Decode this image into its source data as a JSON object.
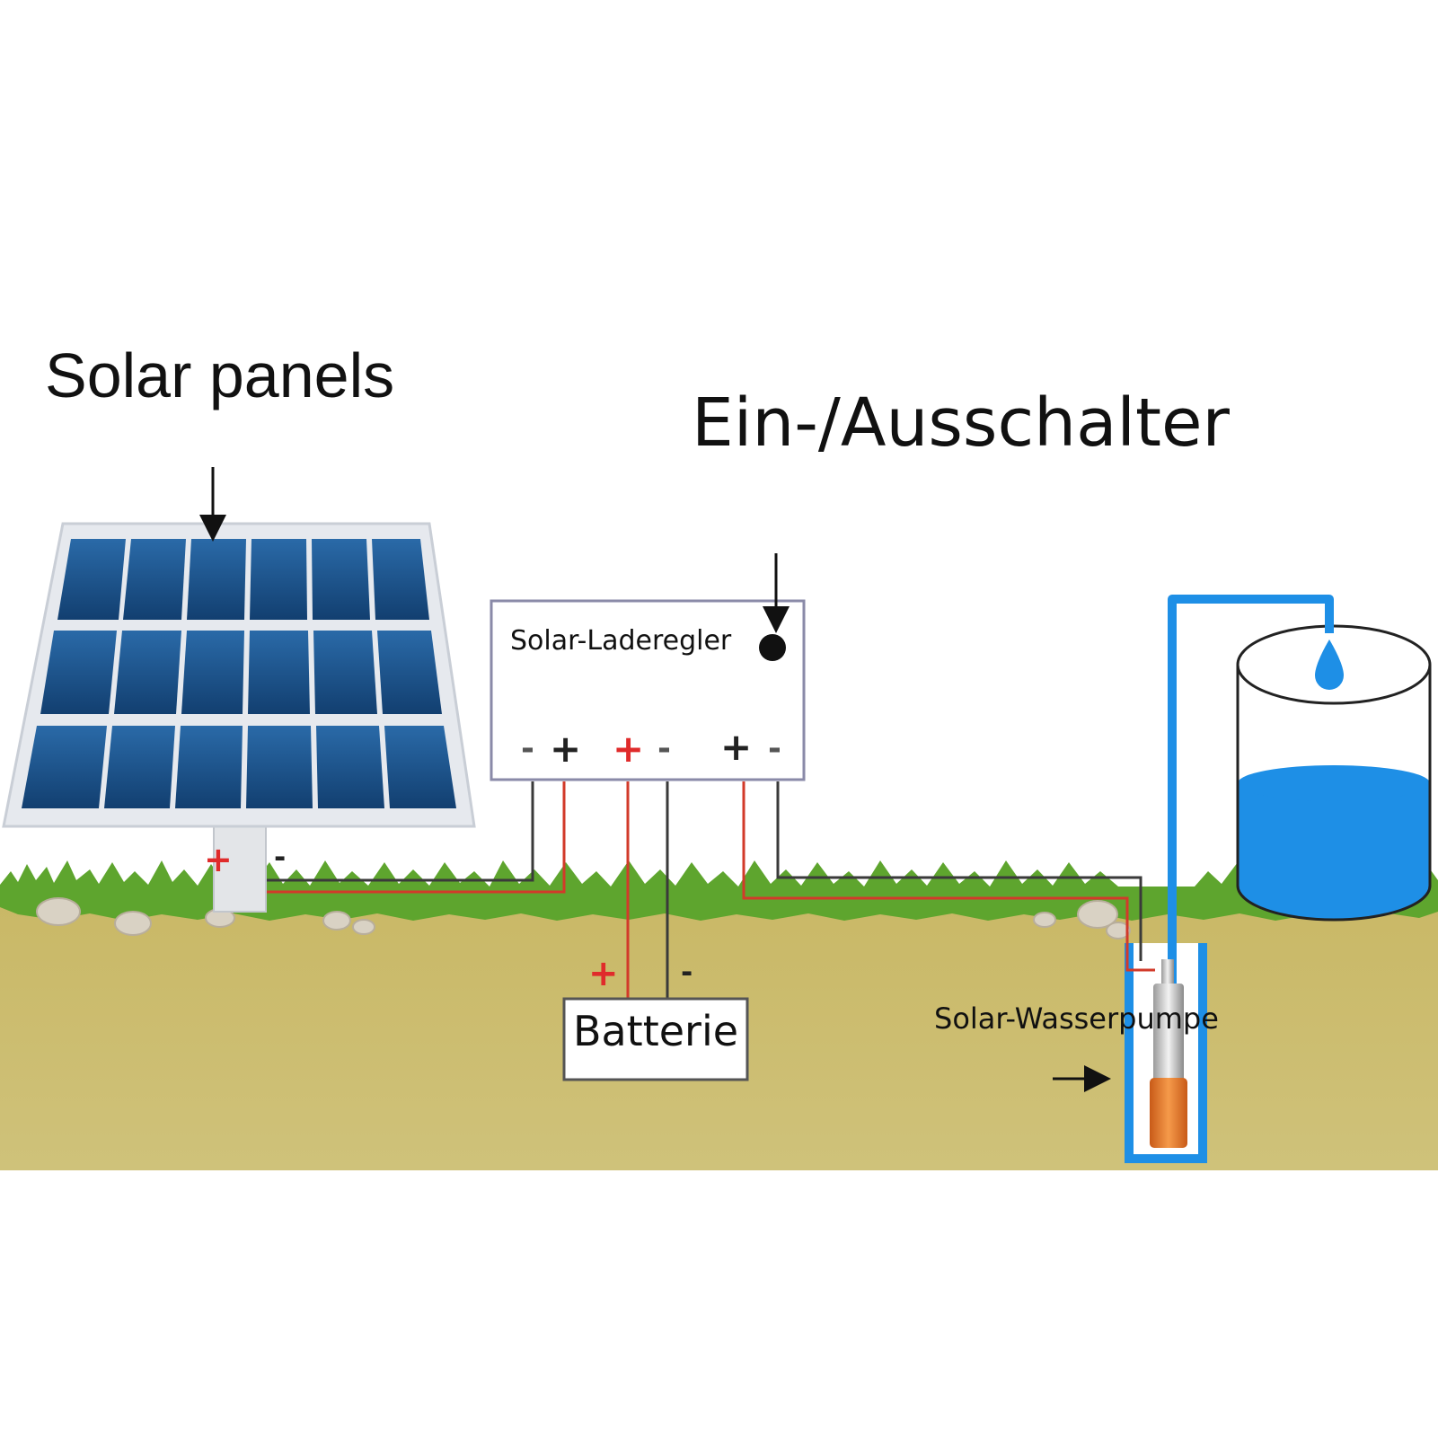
{
  "labels": {
    "solar_panels": "Solar panels",
    "switch": "Ein-/Ausschalter",
    "controller": "Solar-Laderegler",
    "battery": "Batterie",
    "pump": "Solar-Wasserpumpe"
  },
  "terminals": {
    "controller_pv_minus": "-",
    "controller_pv_plus": "+",
    "controller_bat_plus": "+",
    "controller_bat_minus": "-",
    "controller_load_plus": "+",
    "controller_load_minus": "-",
    "panel_plus": "+",
    "panel_minus": "-",
    "battery_plus": "+",
    "battery_minus": "-"
  },
  "colors": {
    "panel_cell": "#1d4f86",
    "panel_frame": "#d6dae0",
    "grass": "#5ea52e",
    "soil": "#cfc271",
    "water": "#1e8fe6",
    "pipe": "#1e8fe6",
    "wire_positive": "#d23a2a",
    "wire_negative": "#3a3a3a",
    "pump_body": "#e8772a",
    "pump_steel": "#c9c9c9",
    "terminal_positive": "#e02b2b",
    "terminal_negative": "#222222"
  }
}
